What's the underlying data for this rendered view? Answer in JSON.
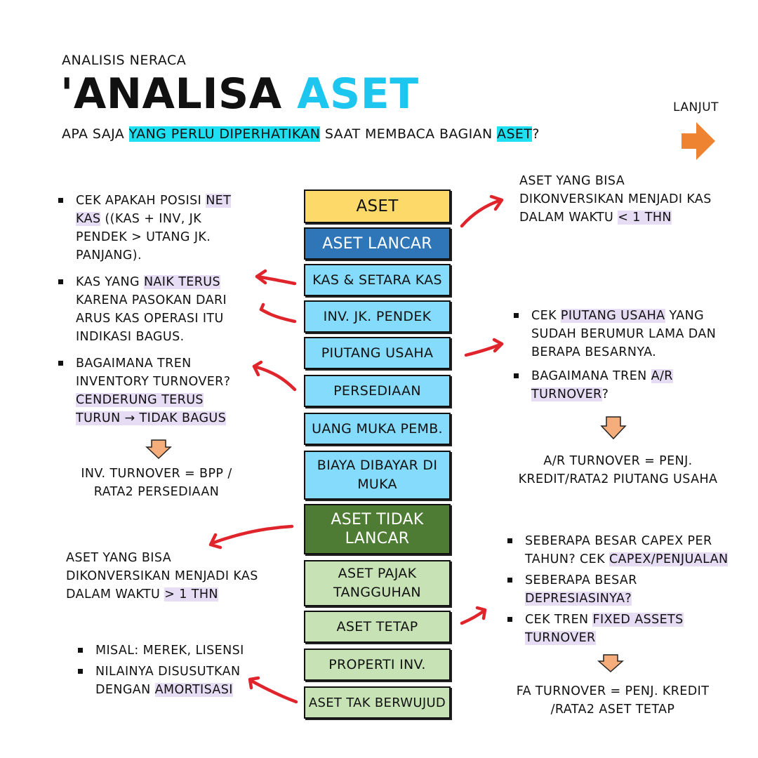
{
  "header": {
    "kicker": "ANALISIS NERACA",
    "title_prefix": "'ANALISA",
    "title_highlight": "ASET",
    "subtitle_parts": [
      "APA SAJA ",
      "YANG PERLU DIPERHATIKAN",
      " SAAT MEMBACA BAGIAN ",
      "ASET",
      "?"
    ]
  },
  "nav": {
    "next_label": "LANJUT",
    "next_icon": "arrow-right-icon"
  },
  "colors": {
    "accent_cyan": "#1ee0f2",
    "highlight_purple": "#e6dcf3",
    "arrow_red": "#e0242c",
    "arrow_orange": "#ee8332",
    "down_arrow": "#f6ad7c"
  },
  "boxes": [
    "ASET",
    "ASET LANCAR",
    "KAS & SETARA KAS",
    "INV. JK. PENDEK",
    "PIUTANG USAHA",
    "PERSEDIAAN",
    "UANG MUKA PEMB.",
    "BIAYA DIBAYAR DI MUKA",
    "ASET TIDAK LANCAR",
    "ASET PAJAK TANGGUHAN",
    "ASET TETAP",
    "PROPERTI INV.",
    "ASET TAK BERWUJUD"
  ],
  "right_top": {
    "text_a": "ASET YANG BISA DIKONVERSIKAN MENJADI KAS DALAM WAKTU ",
    "text_hl": "< 1 THN"
  },
  "left_notes": {
    "net_kas": {
      "a": "CEK APAKAH POSISI ",
      "hl": "NET KAS",
      "b": " ((KAS + INV, JK PENDEK > UTANG JK. PANJANG)."
    },
    "kas_naik": {
      "a": "KAS YANG ",
      "hl": "NAIK TERUS",
      "b": " KARENA PASOKAN DARI ARUS KAS OPERASI ITU INDIKASI BAGUS."
    },
    "inventory": {
      "a": "BAGAIMANA TREN INVENTORY TURNOVER? ",
      "hl": "CENDERUNG TERUS TURUN → TIDAK BAGUS"
    },
    "formula": "INV. TURNOVER = BPP / RATA2 PERSEDIAAN"
  },
  "piutang_notes": {
    "n1_a": "CEK ",
    "n1_hl": "PIUTANG USAHA",
    "n1_b": " YANG SUDAH BERUMUR LAMA DAN BERAPA BESARNYA.",
    "n2_a": "BAGAIMANA TREN ",
    "n2_hl": "A/R TURNOVER",
    "n2_b": "?",
    "formula": "A/R TURNOVER = PENJ. KREDIT/RATA2 PIUTANG USAHA"
  },
  "left_bottom": {
    "text_a": "ASET YANG BISA DIKONVERSIKAN MENJADI KAS DALAM WAKTU ",
    "text_hl": "> 1 THN"
  },
  "intangible_notes": {
    "n1": "MISAL: MEREK, LISENSI",
    "n2_a": "NILAINYA DISUSUTKAN DENGAN ",
    "n2_hl": "AMORTISASI"
  },
  "fixed_notes": {
    "n1_a": "SEBERAPA BESAR CAPEX PER TAHUN? CEK ",
    "n1_hl": "CAPEX/PENJUALAN",
    "n2_a": "SEBERAPA BESAR ",
    "n2_hl": "DEPRESIASINYA?",
    "n3_a": "CEK TREN ",
    "n3_hl": "FIXED ASSETS TURNOVER",
    "formula": "FA TURNOVER = PENJ. KREDIT /RATA2 ASET TETAP"
  }
}
